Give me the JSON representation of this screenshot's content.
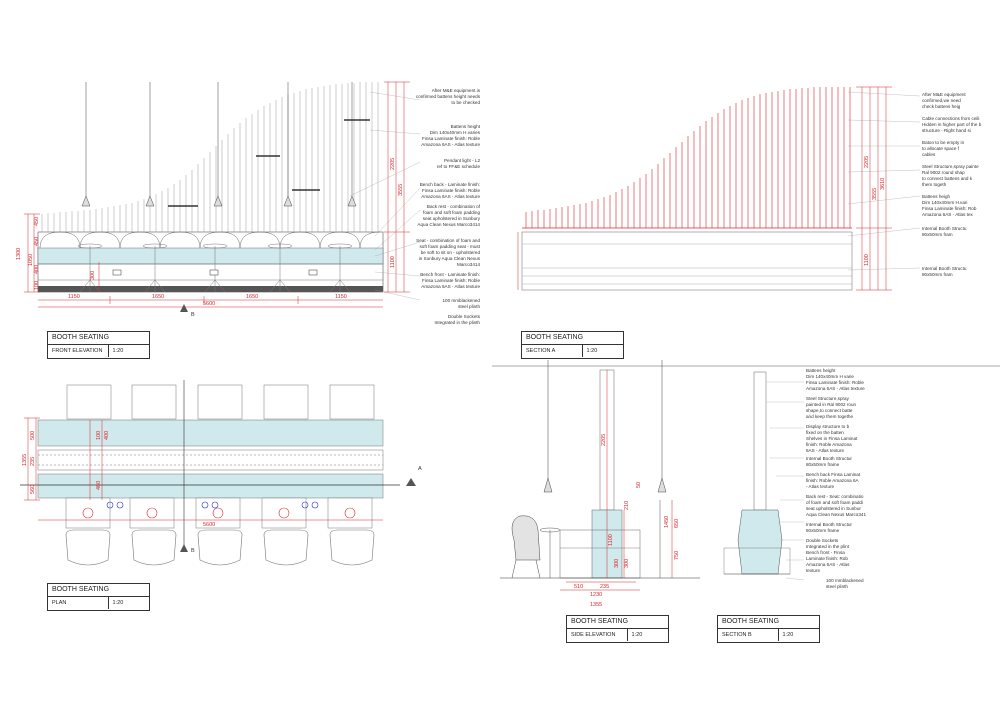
{
  "colors": {
    "dim": "#d8262b",
    "seat": "#cfe9ec",
    "line": "#333333",
    "plug": "#2430c8"
  },
  "title_blocks": [
    {
      "title": "BOOTH SEATING",
      "view": "FRONT ELEVATION",
      "scale": "1:20"
    },
    {
      "title": "BOOTH SEATING",
      "view": "SECTION A",
      "scale": "1:20"
    },
    {
      "title": "BOOTH SEATING",
      "view": "PLAN",
      "scale": "1:20"
    },
    {
      "title": "BOOTH SEATING",
      "view": "SIDE ELEVATION",
      "scale": "1:20"
    },
    {
      "title": "BOOTH SEATING",
      "view": "SECTION B",
      "scale": "1:20"
    }
  ],
  "section_marks": {
    "b": "B",
    "a": "A"
  },
  "front_elevation": {
    "dims_bottom": [
      "1150",
      "1650",
      "1650",
      "1150"
    ],
    "dim_total": "5600",
    "dims_left": [
      "1300",
      "1050",
      "450",
      "450",
      "400",
      "100"
    ],
    "dims_right": [
      "2205",
      "3555",
      "1100"
    ],
    "dim_300": "300",
    "notes": [
      "After M&E equipment is",
      "confirmed battens height needs",
      "to be checked",
      "Battens height",
      "Dim 140x40mm H.varies",
      "Finsa Laminate finish: Roble",
      "Amazona 6AS - Atlas texture",
      "Pendant light - L2",
      "ref to FF&E schedule",
      "Bench back - Laminate finish:",
      "Finsa Laminate finish: Roble",
      "Amazona 6AS - Atlas texture",
      "Back rest - combination of",
      "foam and soft foam padding",
      "seat upholstered in Sunbury",
      "Aqua Clean Nexus Marco3414",
      "Seat - combination of foam and",
      "soft foam padding seat - must",
      "be soft to sit on - upholstered",
      "in Sunbury Aqua Clean Nexus",
      "Marco3414",
      "Bench front - Laminate finish:",
      "Finsa Laminate finish: Roble",
      "Amazona 6AS - Atlas texture",
      "100 mmblackened",
      "steel plinth",
      "Double Sockets",
      "Integrated in the plinth"
    ]
  },
  "section_a": {
    "dims_right": [
      "2205",
      "3555",
      "3610",
      "1100"
    ],
    "notes": [
      "After M&E equipment",
      "confirmed,we need",
      "check battens heig",
      "Cable connections from ceili",
      "Hidden in higher part of the b",
      "structure - Right hand si",
      "Baton to be empty in",
      "to allocate space f",
      "cables",
      "Steel Structure,spray painte",
      "Ral 9002 round shap",
      "to connect battens and k",
      "them togeth",
      "Battens heigh",
      "Dim 140x40mm H.vari",
      "Finsa Laminate finish: Rob",
      "Amazona 6AS - Atlas tex",
      "Internal Booth Structu",
      "80x50mm fram",
      "Internal Booth Structu",
      "80x50mm fram"
    ]
  },
  "plan": {
    "dims_left": [
      "500",
      "1355",
      "235",
      "560"
    ],
    "dims_mid": [
      "100",
      "400",
      "460"
    ],
    "dim_total": "5600"
  },
  "side_elevation": {
    "dims": [
      "2205",
      "1100",
      "300",
      "300",
      "210",
      "50",
      "1450",
      "650",
      "750",
      "510",
      "235",
      "1230",
      "1355"
    ],
    "notes": [
      "Battens height",
      "Dim 140x40mm H varie",
      "Finsa Laminate finish: Roble",
      "Amazona 6AS - Atlas texture",
      "Steel Structure,spray",
      "painted in Ral 9002 roun",
      "shape,to connect batte",
      "and keep them togethe",
      "Display structure to b",
      "fixed on the batten",
      "Shelves in Finsa Laminat",
      "finish: Roble Amazona",
      "6AS - Atlas texture",
      "Internal Booth Structur",
      "80x50mm frame",
      "Bench back Finsa Laminat",
      "finish: Roble Amazona 6A",
      "- Atlas texture",
      "Back rest - Seat: combinatio",
      "of foam and soft foam paddi",
      "seat upholstered in Sunbur",
      "Aqua Clean Nexus Marco341",
      "Internal Booth Structur",
      "80x50mm frame",
      "Double Sockets",
      "Integrated in the plint",
      "Bench front - Finsa",
      "Laminate finish: Rob",
      "Amazona 6AS - Atlas",
      "texture",
      "100 mmblackened",
      "steel plinth"
    ]
  }
}
